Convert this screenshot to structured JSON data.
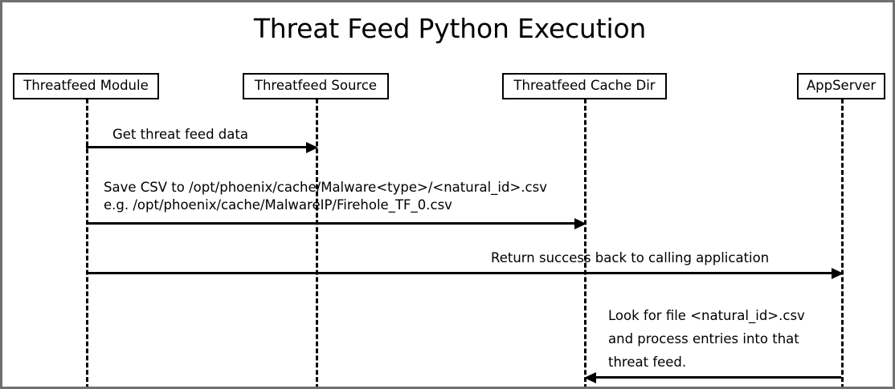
{
  "diagram": {
    "type": "sequence-diagram",
    "title": "Threat Feed Python Execution",
    "frame_color": "#707070",
    "line_color": "#000000",
    "background_color": "#ffffff",
    "participants": [
      {
        "id": "threatfeed-module",
        "label": "Threatfeed Module"
      },
      {
        "id": "threatfeed-source",
        "label": "Threatfeed Source"
      },
      {
        "id": "threatfeed-cache-dir",
        "label": "Threatfeed Cache Dir"
      },
      {
        "id": "appserver",
        "label": "AppServer"
      }
    ],
    "messages": [
      {
        "id": "msg-get-threat-feed-data",
        "from": "threatfeed-module",
        "to": "threatfeed-source",
        "direction": "right",
        "lines": [
          "Get threat feed data"
        ]
      },
      {
        "id": "msg-save-csv",
        "from": "threatfeed-module",
        "to": "threatfeed-cache-dir",
        "direction": "right",
        "lines": [
          "Save CSV to /opt/phoenix/cache/Malware<type>/<natural_id>.csv",
          "e.g. /opt/phoenix/cache/MalwareIP/Firehole_TF_0.csv"
        ]
      },
      {
        "id": "msg-return-success",
        "from": "threatfeed-module",
        "to": "appserver",
        "direction": "right",
        "lines": [
          "Return success back to calling application"
        ]
      },
      {
        "id": "msg-look-for-file",
        "from": "appserver",
        "to": "threatfeed-cache-dir",
        "direction": "left",
        "lines": [
          "Look for file <natural_id>.csv",
          "and process entries into that",
          "threat feed."
        ]
      }
    ]
  }
}
